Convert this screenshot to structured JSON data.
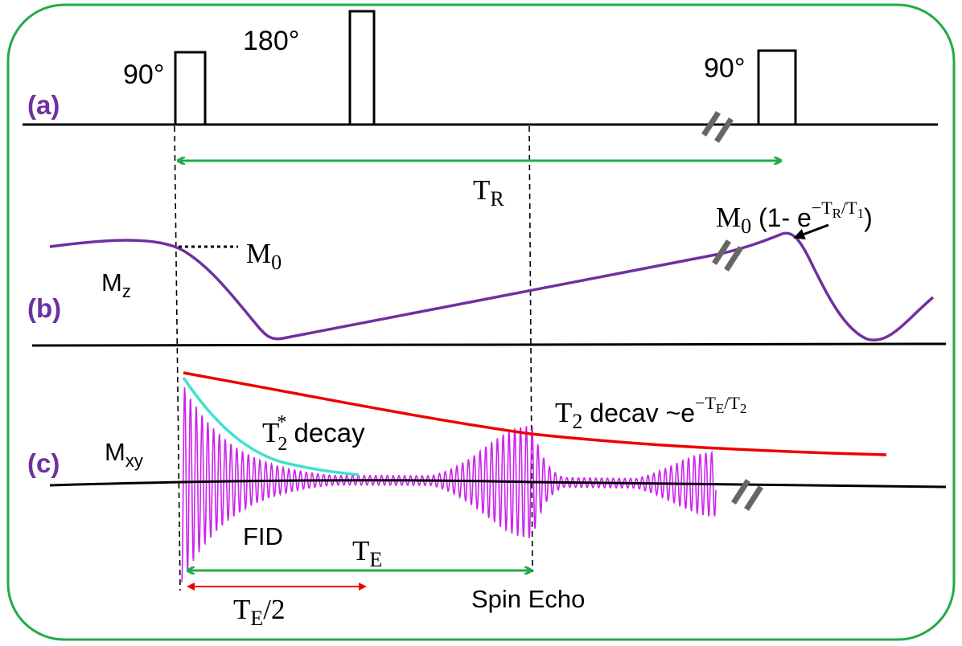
{
  "panels": {
    "a": "(a)",
    "b": "(b)",
    "c": "(c)"
  },
  "pulses": {
    "first": "90°",
    "refocus": "180°",
    "next": "90°"
  },
  "labels": {
    "tr": "T",
    "tr_sub": "R",
    "mz": "M",
    "mz_sub": "z",
    "m0": "M",
    "m0_sub": "0",
    "recovery_main": "M",
    "recovery_sub": "0",
    "recovery_text": " (1- e",
    "recovery_exp": "−T",
    "recovery_exp_sub1": "R",
    "recovery_exp_mid": "/T",
    "recovery_exp_sub2": "1",
    "recovery_close": ")",
    "mxy": "M",
    "mxy_sub": "xy",
    "t2star": "T",
    "t2star_sub": "2",
    "t2star_sup": "*",
    "t2star_text": " decay",
    "t2_main": "T",
    "t2_sub": "2",
    "t2_text": " decav ~e",
    "t2_exp": "−T",
    "t2_exp_sub1": "E",
    "t2_exp_mid": "/T",
    "t2_exp_sub2": "2",
    "fid": "FID",
    "te": "T",
    "te_sub": "E",
    "te_half": "T",
    "te_half_sub": "E",
    "te_half_tail": "/2",
    "spin_echo": "Spin Echo"
  },
  "colors": {
    "border": "#22aa4a",
    "panel_label": "#7030a0",
    "mz_curve": "#7030a0",
    "signal": "#cc22ee",
    "t2star_envelope": "#40e0d0",
    "t2_envelope": "#ee0000",
    "green_arrow": "#22aa4a",
    "red_arrow": "#ee0000",
    "axis": "#000000",
    "break_mark": "#666666"
  }
}
